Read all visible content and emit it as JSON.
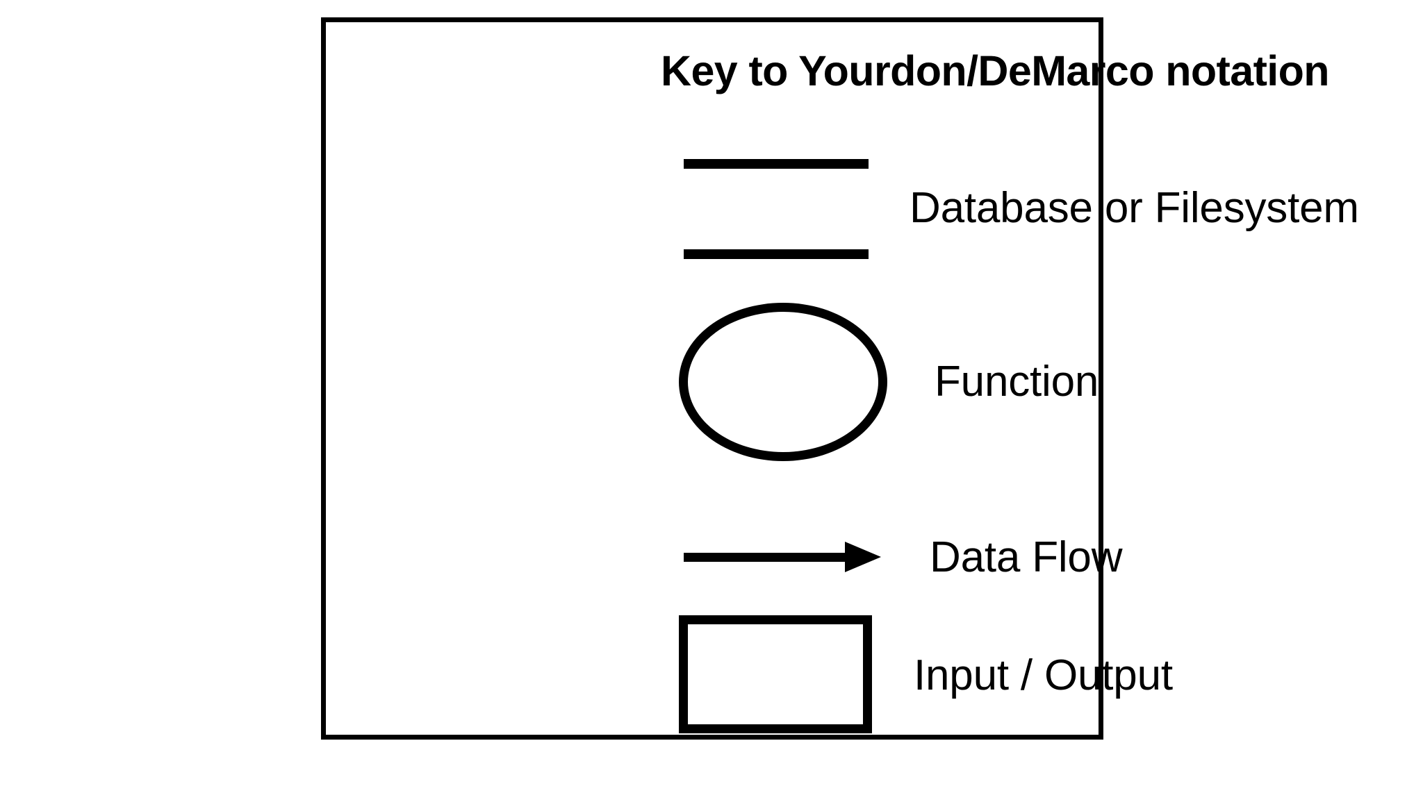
{
  "diagram": {
    "title": "Key to Yourdon/DeMarco notation",
    "colors": {
      "stroke": "#000000",
      "background": "#ffffff"
    },
    "legend_items": [
      {
        "symbol": "two-horizontal-bars",
        "label": "Database or Filesystem"
      },
      {
        "symbol": "ellipse",
        "label": "Function"
      },
      {
        "symbol": "right-arrow",
        "label": "Data Flow"
      },
      {
        "symbol": "rectangle",
        "label": "Input / Output"
      }
    ]
  }
}
